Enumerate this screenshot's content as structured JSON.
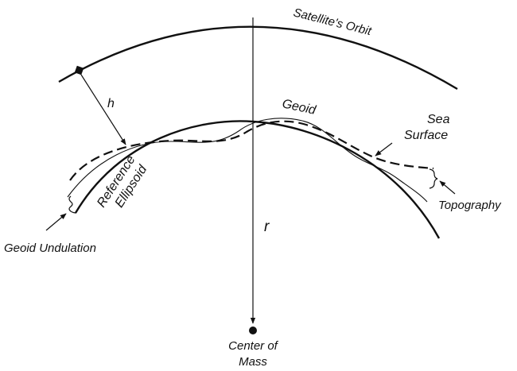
{
  "labels": {
    "satellite_orbit": "Satellite's Orbit",
    "h": "h",
    "geoid": "Geoid",
    "sea_surface_line1": "Sea",
    "sea_surface_line2": "Surface",
    "reference_ellipsoid_line1": "Reference",
    "reference_ellipsoid_line2": "Ellipsoid",
    "r": "r",
    "topography": "Topography",
    "geoid_undulation": "Geoid Undulation",
    "center_of_mass_line1": "Center of",
    "center_of_mass_line2": "Mass"
  }
}
